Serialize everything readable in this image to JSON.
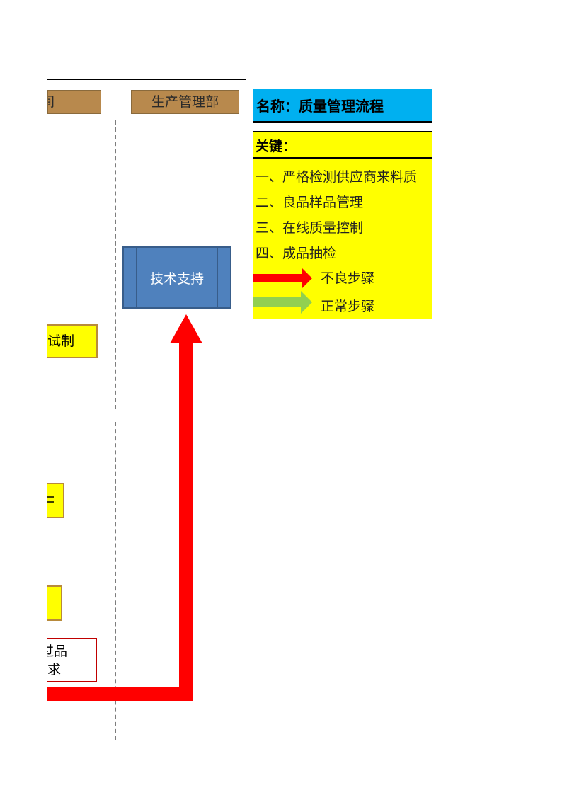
{
  "lanes": {
    "left_header_partial": "间",
    "production_dept": "生产管理部"
  },
  "process": {
    "tech_support": "技术支持",
    "trial_partial": "试制",
    "box2_partial": "",
    "box3_partial": "",
    "quality_text_line1": "过品",
    "quality_text_line2": "求"
  },
  "title": {
    "name": "名称：质量管理流程"
  },
  "legend": {
    "key_label": "关键：",
    "items": [
      "一、严格检测供应商来料质",
      "二、良品样品管理",
      "三、在线质量控制",
      "四、成品抽检"
    ],
    "bad_step": "不良步骤",
    "normal_step": "正常步骤"
  },
  "colors": {
    "lane_header": "#b8894d",
    "tech_box": "#4f81bd",
    "title_bg": "#00b0f0",
    "legend_bg": "#ffff00",
    "bad_arrow": "#ff0000",
    "normal_arrow": "#92d050"
  }
}
